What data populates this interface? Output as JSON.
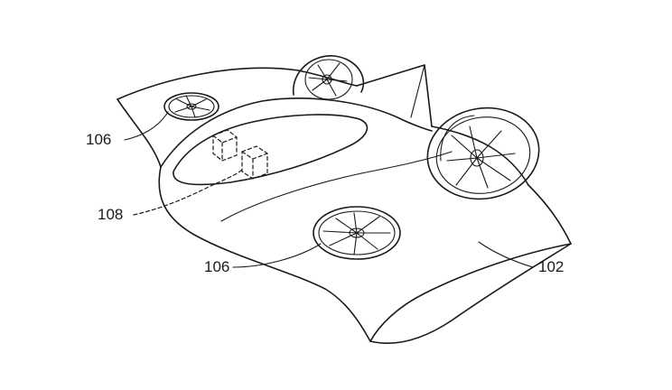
{
  "labels": {
    "ref_106_left": "106",
    "ref_106_bottom": "106",
    "ref_108": "108",
    "ref_102": "102"
  }
}
